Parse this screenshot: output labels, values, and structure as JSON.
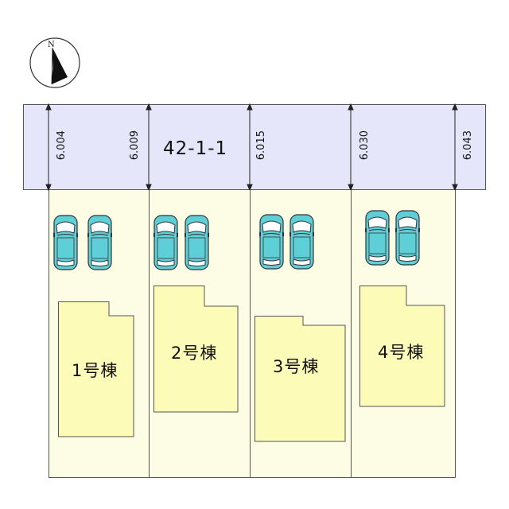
{
  "compass": {
    "north_label": "N"
  },
  "road": {
    "label": "42-1-1"
  },
  "road_widths": [
    "6.004",
    "6.009",
    "6.015",
    "6.030",
    "6.043"
  ],
  "houses": [
    "1号棟",
    "2号棟",
    "3号棟",
    "4号棟"
  ],
  "colors": {
    "road_fill": "#e6e6fa",
    "lot_fill": "#fdfde6",
    "house_fill": "#fdfbb8",
    "car_body": "#5ecfd6",
    "car_outline": "#333333"
  }
}
